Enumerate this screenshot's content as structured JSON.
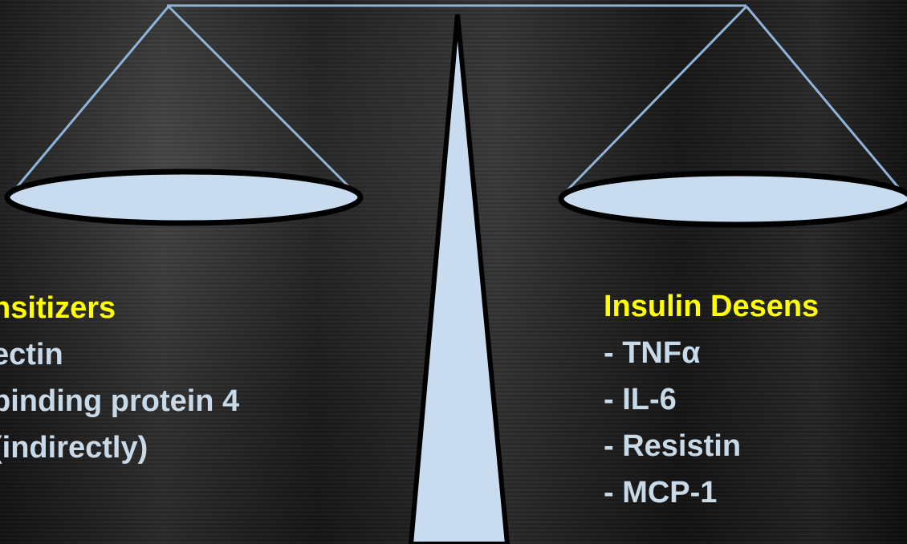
{
  "left": {
    "heading": "nsitizers",
    "items": [
      "ectin",
      " binding protein 4",
      "(indirectly)"
    ]
  },
  "right": {
    "heading": "Insulin Desens",
    "items": [
      "- TNFα",
      "- IL-6",
      "- Resistin",
      "- MCP-1"
    ]
  },
  "colors": {
    "heading": "#ffff00",
    "item_text": "#c8d9e8",
    "scale_fill": "#c9dcef",
    "scale_string": "#8fb3d9"
  }
}
